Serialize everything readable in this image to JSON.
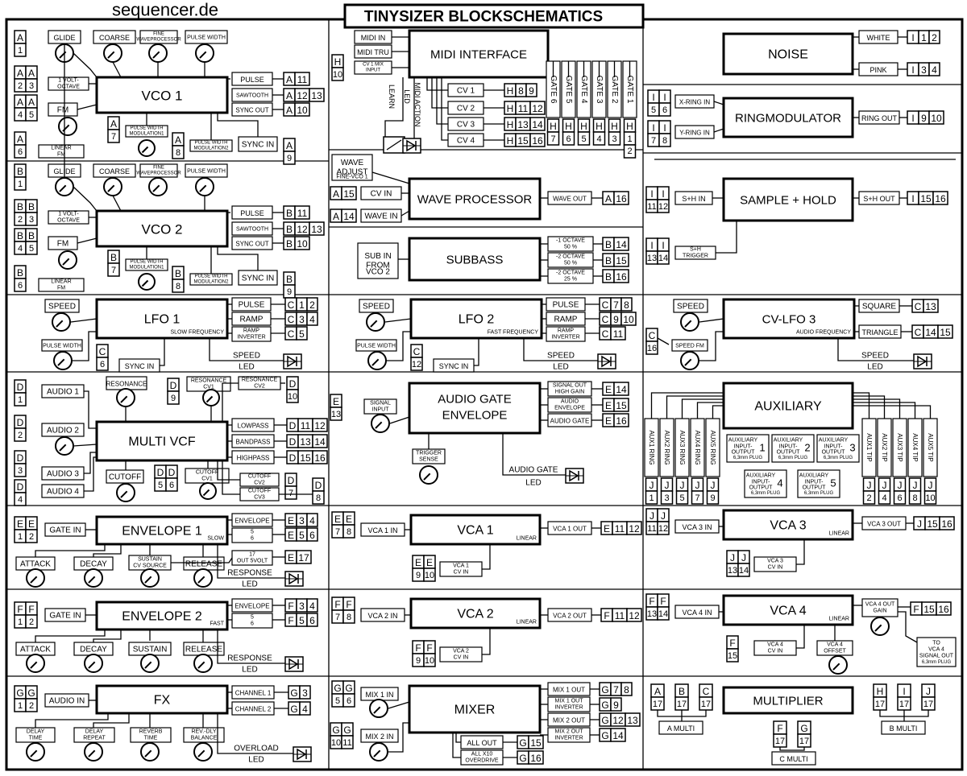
{
  "site": "sequencer.de",
  "title": "TINYSIZER BLOCKSCHEMATICS",
  "vco1": {
    "name": "VCO 1",
    "glide": "GLIDE",
    "coarse": "COARSE",
    "fine": "FINE",
    "fine_sub": "WAVEPROCESSOR",
    "pulse_width": "PULSE WIDTH",
    "volt_octave": "1 VOLT-",
    "volt_octave2": "OCTAVE",
    "fm": "FM",
    "linear": "LINEAR",
    "linear2": "FM",
    "pwm1": "PULSE WIDTH",
    "pwm1b": "MODULATION1",
    "pwm2": "PULSE WIDTH",
    "pwm2b": "MODULATION2",
    "sync_in": "SYNC IN",
    "out_pulse": "PULSE",
    "out_saw": "SAWTOOTH",
    "out_sync": "SYNC OUT",
    "j1": "A",
    "n1": "1",
    "j2": "A",
    "n2": "2",
    "j3": "A",
    "n3": "3",
    "j4": "A",
    "n4": "4",
    "j5": "A",
    "n5": "5",
    "j6": "A",
    "n6": "6",
    "j7": "A",
    "n7": "7",
    "j8": "A",
    "n8": "8",
    "j9": "A",
    "n9": "9",
    "o1a": "A",
    "o1b": "11",
    "o2a": "A",
    "o2b": "12",
    "o2c": "13",
    "o3a": "A",
    "o3b": "10"
  },
  "vco2": {
    "name": "VCO 2",
    "glide": "GLIDE",
    "coarse": "COARSE",
    "fine": "FINE",
    "fine_sub": "WAVEPROCESSOR",
    "pulse_width": "PULSE WIDTH",
    "volt_octave": "1 VOLT-",
    "volt_octave2": "OCTAVE",
    "fm": "FM",
    "linear": "LINEAR",
    "linear2": "FM",
    "pwm1": "PULSE WIDTH",
    "pwm1b": "MODULATION1",
    "pwm2": "PULSE WIDTH",
    "pwm2b": "MODULATION2",
    "sync_in": "SYNC IN",
    "out_pulse": "PULSE",
    "out_saw": "SAWTOOTH",
    "out_sync": "SYNC OUT",
    "j1": "B",
    "n1": "1",
    "j2": "B",
    "n2": "2",
    "j3": "B",
    "n3": "3",
    "j4": "B",
    "n4": "4",
    "j5": "B",
    "n5": "5",
    "j6": "B",
    "n6": "6",
    "j7": "B",
    "n7": "7",
    "j8": "B",
    "n8": "8",
    "j9": "B",
    "n9": "9",
    "o1a": "B",
    "o1b": "11",
    "o2a": "B",
    "o2b": "12",
    "o2c": "13",
    "o3a": "B",
    "o3b": "10"
  },
  "midi": {
    "name": "MIDI INTERFACE",
    "in": "MIDI IN",
    "tru": "MIDI TRU",
    "cv_mix": "CV 1 MIX",
    "cv_mix2": "INPUT",
    "h": "H",
    "h10": "10",
    "learn": "LEARN",
    "midi_action": "MIDI ACTION",
    "led": "LED",
    "cv1": "CV 1",
    "cv2": "CV 2",
    "cv3": "CV 3",
    "cv4": "CV 4",
    "cv1j": "H",
    "cv1a": "8",
    "cv1b": "9",
    "cv2j": "H",
    "cv2a": "11",
    "cv2b": "12",
    "cv3j": "H",
    "cv3a": "13",
    "cv3b": "14",
    "cv4j": "H",
    "cv4a": "15",
    "cv4b": "16",
    "gates": [
      "GATE 6",
      "GATE 5",
      "GATE 4",
      "GATE 3",
      "GATE 2",
      "GATE 1"
    ],
    "gate_nums": [
      "7",
      "6",
      "5",
      "4",
      "3",
      "1"
    ],
    "gate_extra": "2",
    "gate_j": "H"
  },
  "wave": {
    "name": "WAVE PROCESSOR",
    "adj1": "WAVE",
    "adj2": "ADJUST",
    "adj3": "FINE-VCO 1",
    "cv_in": "CV IN",
    "wave_in": "WAVE IN",
    "out": "WAVE OUT",
    "j1": "A",
    "n1": "15",
    "j2": "A",
    "n2": "14",
    "oj": "A",
    "on": "16"
  },
  "subbass": {
    "name": "SUBBASS",
    "in1": "SUB IN",
    "in2": "FROM",
    "in3": "VCO 2",
    "o1a": "-1 OCTAVE",
    "o1b": "50 %",
    "o2a": "-2 OCTAVE",
    "o2b": "50 %",
    "o3a": "-2 OCTAVE",
    "o3b": "25 %",
    "j1": "B",
    "n1": "14",
    "j2": "B",
    "n2": "15",
    "j3": "B",
    "n3": "16"
  },
  "noise": {
    "name": "NOISE",
    "white": "WHITE",
    "pink": "PINK",
    "wj": "I",
    "wa": "1",
    "wb": "2",
    "pj": "I",
    "pa": "3",
    "pb": "4"
  },
  "ring": {
    "name": "RINGMODULATOR",
    "x": "X-RING IN",
    "y": "Y-RING IN",
    "out": "RING OUT",
    "xj1": "I",
    "xj2": "I",
    "xa": "5",
    "xb": "6",
    "yj1": "I",
    "yj2": "I",
    "ya": "7",
    "yb": "8",
    "oj": "I",
    "oa": "9",
    "ob": "10"
  },
  "sh": {
    "name": "SAMPLE + HOLD",
    "in": "S+H IN",
    "trig1": "S+H",
    "trig2": "TRIGGER",
    "out": "S+H OUT",
    "ij1": "I",
    "ij2": "I",
    "ia": "11",
    "ib": "12",
    "tj1": "I",
    "tj2": "I",
    "ta": "13",
    "tb": "14",
    "oj": "I",
    "oa": "15",
    "ob": "16"
  },
  "lfo1": {
    "name": "LFO 1",
    "sub": "SLOW FREQUENCY",
    "speed": "SPEED",
    "pw": "PULSE WIDTH",
    "sync": "SYNC IN",
    "pulse": "PULSE",
    "ramp": "RAMP",
    "ramp_inv": "RAMP",
    "ramp_inv2": "INVERTER",
    "speed_led": "SPEED",
    "speed_led2": "LED",
    "sj": "C",
    "sn": "6",
    "o1j": "C",
    "o1a": "1",
    "o1b": "2",
    "o2j": "C",
    "o2a": "3",
    "o2b": "4",
    "o3j": "C",
    "o3a": "5"
  },
  "lfo2": {
    "name": "LFO 2",
    "sub": "FAST FREQUENCY",
    "speed": "SPEED",
    "pw": "PULSE WIDTH",
    "sync": "SYNC IN",
    "pulse": "PULSE",
    "ramp": "RAMP",
    "ramp_inv": "RAMP",
    "ramp_inv2": "INVERTER",
    "speed_led": "SPEED",
    "speed_led2": "LED",
    "sj": "C",
    "sn": "12",
    "o1j": "C",
    "o1a": "7",
    "o1b": "8",
    "o2j": "C",
    "o2a": "9",
    "o2b": "10",
    "o3j": "C",
    "o3a": "11"
  },
  "lfo3": {
    "name": "CV-LFO 3",
    "sub": "AUDIO FREQUENCY",
    "speed": "SPEED",
    "speed_fm": "SPEED FM",
    "square": "SQUARE",
    "triangle": "TRIANGLE",
    "speed_led": "SPEED",
    "speed_led2": "LED",
    "cj": "C",
    "cn": "16",
    "o1j": "C",
    "o1a": "13",
    "o2j": "C",
    "o2a": "14",
    "o2b": "15"
  },
  "vcf": {
    "name": "MULTI VCF",
    "a1": "AUDIO 1",
    "a2": "AUDIO 2",
    "a3": "AUDIO 3",
    "a4": "AUDIO 4",
    "res": "RESONANCE",
    "res_cv1": "RESONANCE",
    "res_cv1b": "CV1",
    "res_cv2": "RESONANCE",
    "res_cv2b": "CV2",
    "cutoff": "CUTOFF",
    "cutoff_cv1": "CUTOFF",
    "cutoff_cv1b": "CV1",
    "cutoff_cv2": "CUTOFF",
    "cutoff_cv2b": "CV2",
    "cutoff_cv3": "CUTOFF",
    "cutoff_cv3b": "CV3",
    "lp": "LOWPASS",
    "bp": "BANDPASS",
    "hp": "HIGHPASS",
    "d": "D",
    "d1": "1",
    "d2": "2",
    "d3": "3",
    "d4": "4",
    "d5": "5",
    "d6": "6",
    "d7": "7",
    "d8": "8",
    "d9": "9",
    "d10": "10",
    "lpa": "11",
    "lpb": "12",
    "bpa": "13",
    "bpb": "14",
    "hpa": "15",
    "hpb": "16"
  },
  "agate": {
    "name1": "AUDIO GATE",
    "name2": "ENVELOPE",
    "sig1": "SIGNAL",
    "sig2": "INPUT",
    "trig1": "TRIGGER",
    "trig2": "SENSE",
    "o1a": "SIGNAL OUT",
    "o1b": "HIGH GAIN",
    "o2a": "AUDIO",
    "o2b": "ENVELOPE",
    "o3": "AUDIO GATE",
    "led1": "AUDIO GATE",
    "led2": "LED",
    "ij": "E",
    "in": "13",
    "oj": "E",
    "on1": "14",
    "on2": "15",
    "on3": "16"
  },
  "aux": {
    "name": "AUXILIARY",
    "rings": [
      "AUX1 RING",
      "AUX2 RING",
      "AUX3 RING",
      "AUX4 RING",
      "AUX5 RING"
    ],
    "tips": [
      "AUX1 TIP",
      "AUX2 TIP",
      "AUX3 TIP",
      "AUX4 TIP",
      "AUX5 TIP"
    ],
    "ring_nums": [
      "1",
      "3",
      "5",
      "7",
      "9"
    ],
    "tip_nums": [
      "2",
      "4",
      "6",
      "8",
      "10"
    ],
    "j": "J",
    "io1": "AUXILIARY",
    "io2": "INPUT-",
    "io3": "OUTPUT",
    "io4": "6,3mm PLUG",
    "io_nums": [
      "1",
      "2",
      "3",
      "4",
      "5"
    ]
  },
  "env1": {
    "name": "ENVELOPE 1",
    "sub": "SLOW",
    "gate": "GATE IN",
    "attack": "ATTACK",
    "decay": "DECAY",
    "sustain": "SUSTAIN",
    "sustain2": "CV SOURCE",
    "release": "RELEASE",
    "o1": "ENVELOPE",
    "o2a": "5",
    "o2b": "6",
    "o3a": "17",
    "o3b": "OUT 5VOLT",
    "resp": "RESPONSE",
    "resp2": "LED",
    "j": "E",
    "ja": "1",
    "jb": "2",
    "o1j": "E",
    "o1a": "3",
    "o1b": "4",
    "o2j": "E",
    "o3j": "E"
  },
  "env2": {
    "name": "ENVELOPE 2",
    "sub": "FAST",
    "gate": "GATE IN",
    "attack": "ATTACK",
    "decay": "DECAY",
    "sustain": "SUSTAIN",
    "release": "RELEASE",
    "o1": "ENVELOPE",
    "o2a": "5",
    "o2b": "6",
    "resp": "RESPONSE",
    "resp2": "LED",
    "j": "F",
    "ja": "1",
    "jb": "2",
    "o1j": "F",
    "o1a": "3",
    "o1b": "4",
    "o2j": "F"
  },
  "fx": {
    "name": "FX",
    "ain": "AUDIO IN",
    "d1a": "DELAY",
    "d1b": "TIME",
    "d2a": "DELAY",
    "d2b": "REPEAT",
    "r1": "REVERB",
    "r2": "TIME",
    "b1": "REV.-DLY",
    "b2": "BALANCE",
    "c1": "CHANNEL 1",
    "c2": "CHANNEL 2",
    "ov": "OVERLOAD",
    "ov2": "LED",
    "j": "G",
    "ja": "1",
    "jb": "2",
    "o1j": "G",
    "o1a": "3",
    "o2j": "G",
    "o2a": "4"
  },
  "vca1": {
    "name": "VCA 1",
    "sub": "LINEAR",
    "in": "VCA 1 IN",
    "cv1": "VCA 1",
    "cv2": "CV IN",
    "out": "VCA 1 OUT",
    "j": "E",
    "ja": "7",
    "jb": "8",
    "cj": "E",
    "ca": "9",
    "cb": "10",
    "oj": "E",
    "oa": "11",
    "ob": "12"
  },
  "vca2": {
    "name": "VCA 2",
    "sub": "LINEAR",
    "in": "VCA 2 IN",
    "cv1": "VCA 2",
    "cv2": "CV IN",
    "out": "VCA 2 OUT",
    "j": "F",
    "ja": "7",
    "jb": "8",
    "cj": "F",
    "ca": "9",
    "cb": "10",
    "oj": "F",
    "oa": "11",
    "ob": "12"
  },
  "vca3": {
    "name": "VCA 3",
    "sub": "LINEAR",
    "in": "VCA 3 IN",
    "cv1": "VCA 3",
    "cv2": "CV IN",
    "out": "VCA 3 OUT",
    "j": "J",
    "ja": "11",
    "jb": "12",
    "cj": "J",
    "ca": "13",
    "cb": "14",
    "oj": "J",
    "oa": "15",
    "ob": "16"
  },
  "vca4": {
    "name": "VCA 4",
    "sub": "LINEAR",
    "in": "VCA 4 IN",
    "cv1": "VCA 4",
    "cv2": "CV IN",
    "out1": "VCA 4 OUT",
    "out2": "GAIN",
    "off1": "VCA 4",
    "off2": "OFFSET",
    "to1": "TO",
    "to2": "VCA 4",
    "to3": "SIGNAL OUT",
    "to4": "6,3mm PLUG",
    "j": "F",
    "ja": "13",
    "jb": "14",
    "cj": "F",
    "ca": "15",
    "oj": "F",
    "oa": "15",
    "ob": "16"
  },
  "mixer": {
    "name": "MIXER",
    "in1": "MIX 1 IN",
    "in2": "MIX 2 IN",
    "o1": "MIX 1 OUT",
    "o2a": "MIX 1 OUT",
    "o2b": "INVERTER",
    "o3": "MIX 2 OUT",
    "o4a": "MIX 2 OUT",
    "o4b": "INVERTER",
    "all": "ALL OUT",
    "allx1": "ALL  X10",
    "allx2": "OVERDRIVE",
    "j": "G",
    "ja": "5",
    "jb": "6",
    "jc": "10",
    "jd": "11",
    "o1a": "7",
    "o1b": "8",
    "o2n": "9",
    "o3a": "12",
    "o3b": "13",
    "o4n": "14",
    "alln": "15",
    "allxn": "16"
  },
  "mult": {
    "name": "MULTIPLIER",
    "a": "A",
    "b": "B",
    "c": "C",
    "f": "F",
    "g": "G",
    "h": "H",
    "i": "I",
    "jj": "J",
    "n": "17",
    "amulti": "A MULTI",
    "bmulti": "B MULTI",
    "cmulti": "C MULTI"
  }
}
